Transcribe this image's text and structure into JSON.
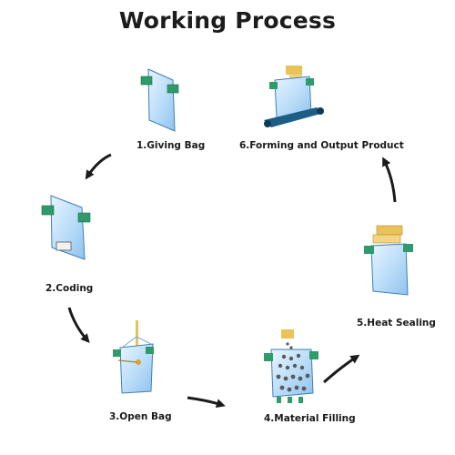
{
  "title": "Working Process",
  "steps": [
    {
      "label": "1.Giving Bag"
    },
    {
      "label": "2.Coding"
    },
    {
      "label": "3.Open Bag"
    },
    {
      "label": "4.Material Filling"
    },
    {
      "label": "5.Heat Sealing"
    },
    {
      "label": "6.Forming and Output Product"
    }
  ],
  "colors": {
    "bag_fill": "#cfe6fb",
    "bag_stroke": "#3d7fb8",
    "clip_green": "#2f9a6a",
    "seal_yellow": "#e9c25a",
    "conveyor": "#1d5e86",
    "arrow": "#1a1a1a",
    "text": "#1a1a1a"
  }
}
